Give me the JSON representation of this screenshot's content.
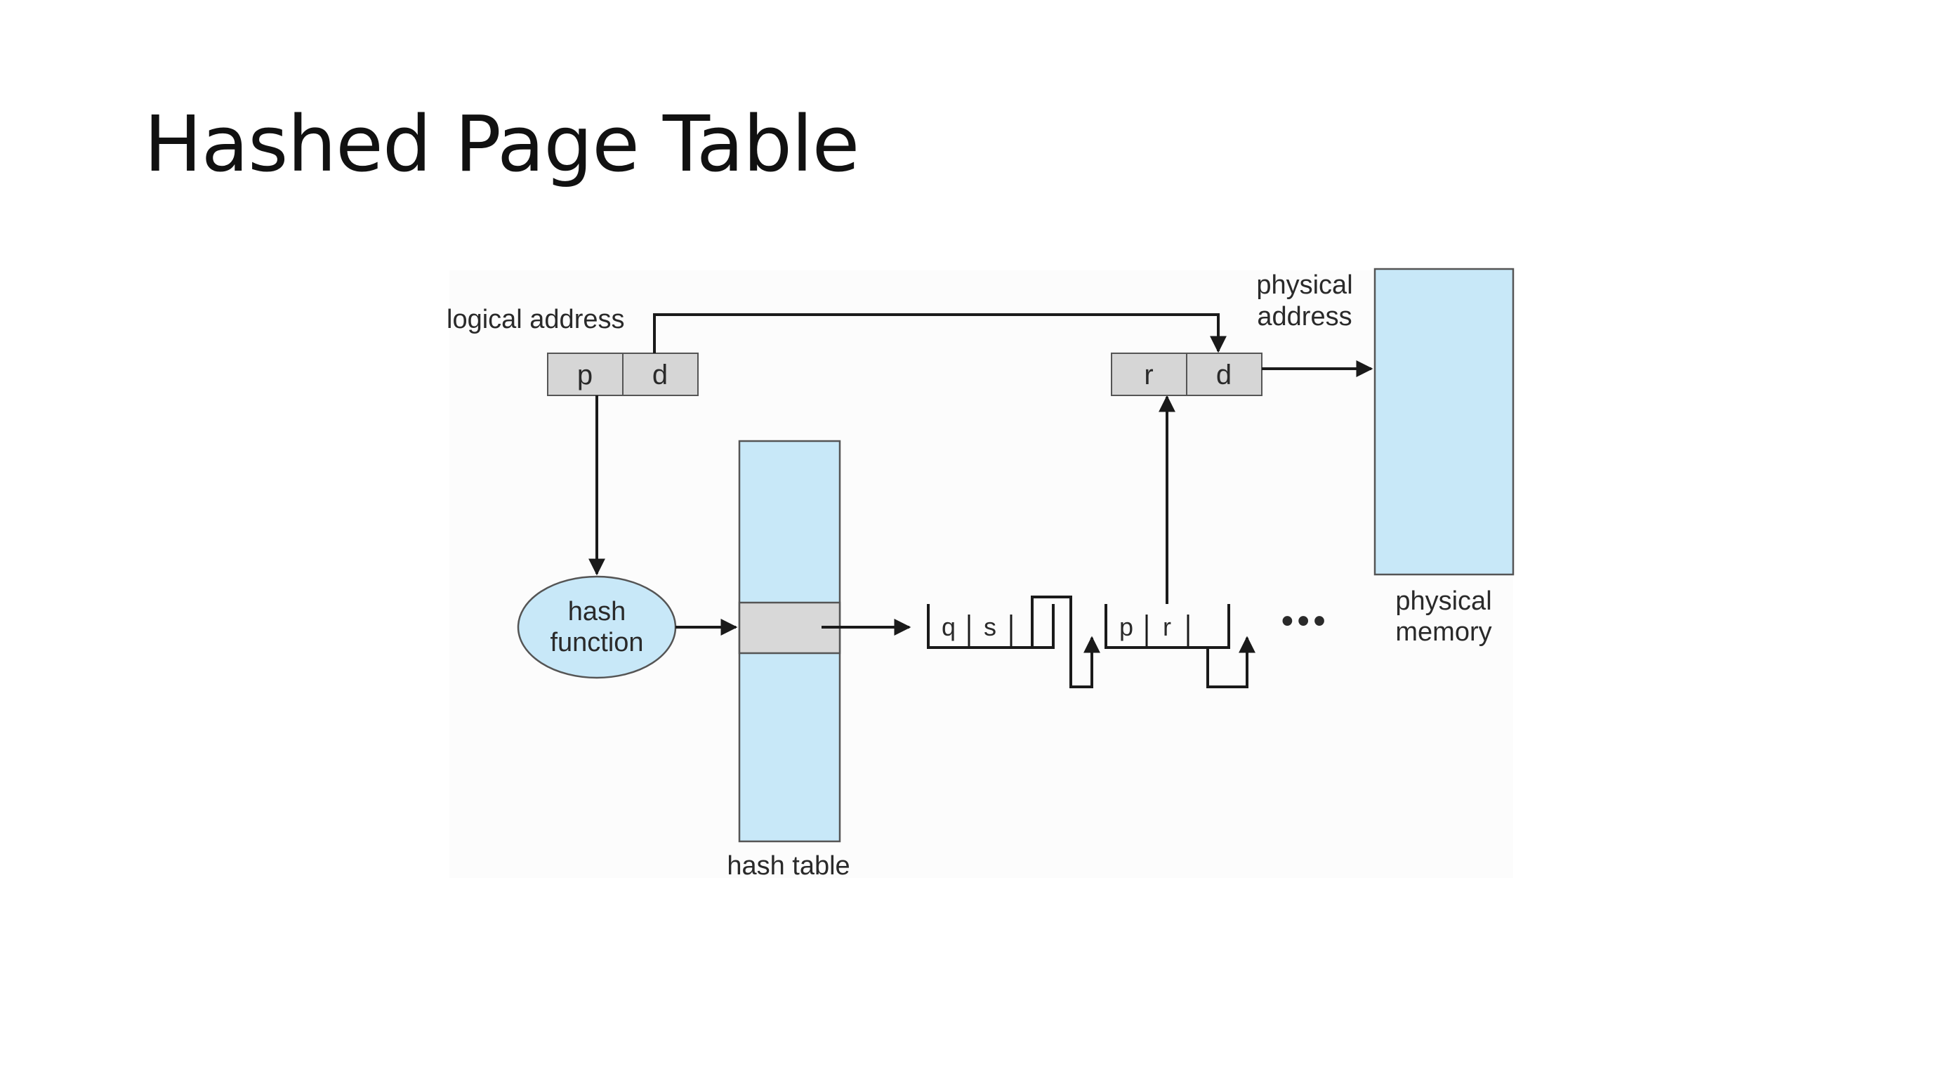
{
  "title": "Hashed Page Table",
  "diagram": {
    "logical_address_label": "logical address",
    "logical_address_fields": [
      "p",
      "d"
    ],
    "physical_address_label": [
      "physical",
      "address"
    ],
    "physical_address_fields": [
      "r",
      "d"
    ],
    "hash_function_label": [
      "hash",
      "function"
    ],
    "hash_table_label": "hash table",
    "chain": [
      {
        "fields": [
          "q",
          "s"
        ]
      },
      {
        "fields": [
          "p",
          "r"
        ]
      }
    ],
    "continuation": "•••",
    "physical_memory_label": [
      "physical",
      "memory"
    ],
    "colors": {
      "memory_fill": "#c8e8f8",
      "address_cell_fill": "#d6d6d6",
      "hash_entry_fill": "#d8d8d8",
      "diagram_background": "#fcfcfc",
      "line": "#1a1a1a"
    }
  }
}
